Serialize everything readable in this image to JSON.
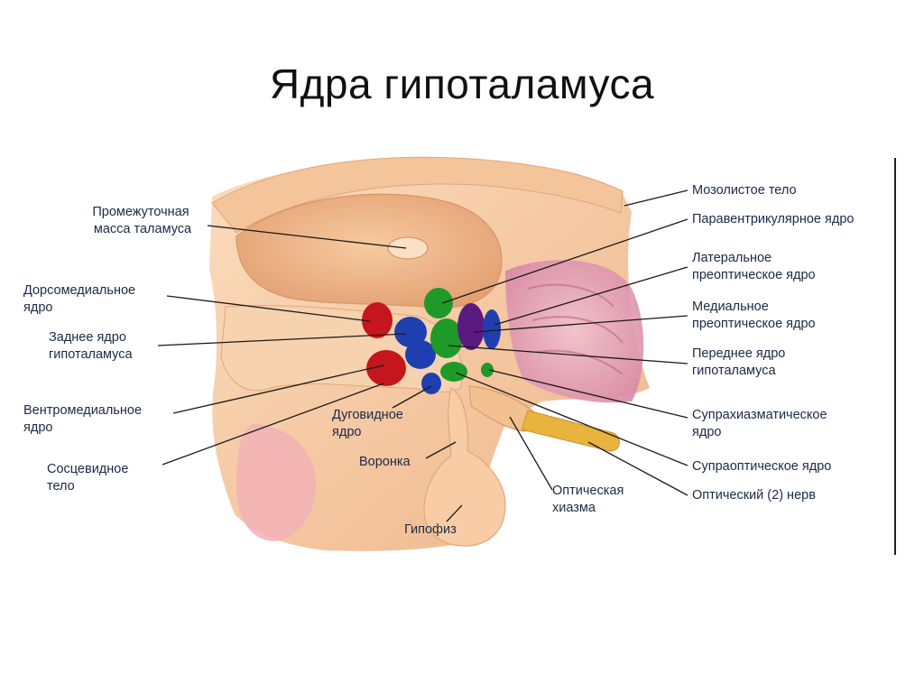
{
  "slide": {
    "title": "Ядра гипоталамуса"
  },
  "colors": {
    "tissue": "#f6c9a0",
    "tissue_dark": "#e7a77a",
    "pink": "#d98aa8",
    "nerve": "#e8b43e",
    "red_nucleus": "#c4161c",
    "blue_nucleus": "#1f3fb0",
    "green_nucleus": "#1f9a28",
    "purple_nucleus": "#5a1a80",
    "frame_line": "#222222"
  },
  "labels": {
    "massa_intermedia": [
      "Промежуточная",
      "масса таламуса"
    ],
    "dorsomedial": [
      "Дорсомедиальное",
      "ядро"
    ],
    "posterior": [
      "Заднее ядро",
      "гипоталамуса"
    ],
    "ventromedial": [
      "Вентромедиальное",
      "ядро"
    ],
    "mammillary": [
      "Сосцевидное",
      "тело"
    ],
    "arcuate": [
      "Дуговидное",
      "ядро"
    ],
    "infundibulum": [
      "Воронка"
    ],
    "pituitary": [
      "Гипофиз"
    ],
    "optic_chiasm": [
      "Оптическая",
      "хиазма"
    ],
    "corpus_callosum": [
      "Мозолистое тело"
    ],
    "paraventricular": [
      "Паравентрикулярное ядро"
    ],
    "lateral_preoptic": [
      "Латеральное",
      "преоптическое ядро"
    ],
    "medial_preoptic": [
      "Медиальное",
      "преоптическое ядро"
    ],
    "anterior": [
      "Переднее ядро",
      "гипоталамуса"
    ],
    "suprachiasmatic": [
      "Супрахиазматическое",
      "ядро"
    ],
    "supraoptic": [
      "Супраоптическое ядро"
    ],
    "optic_nerve": [
      "Оптический (2) нерв"
    ]
  }
}
